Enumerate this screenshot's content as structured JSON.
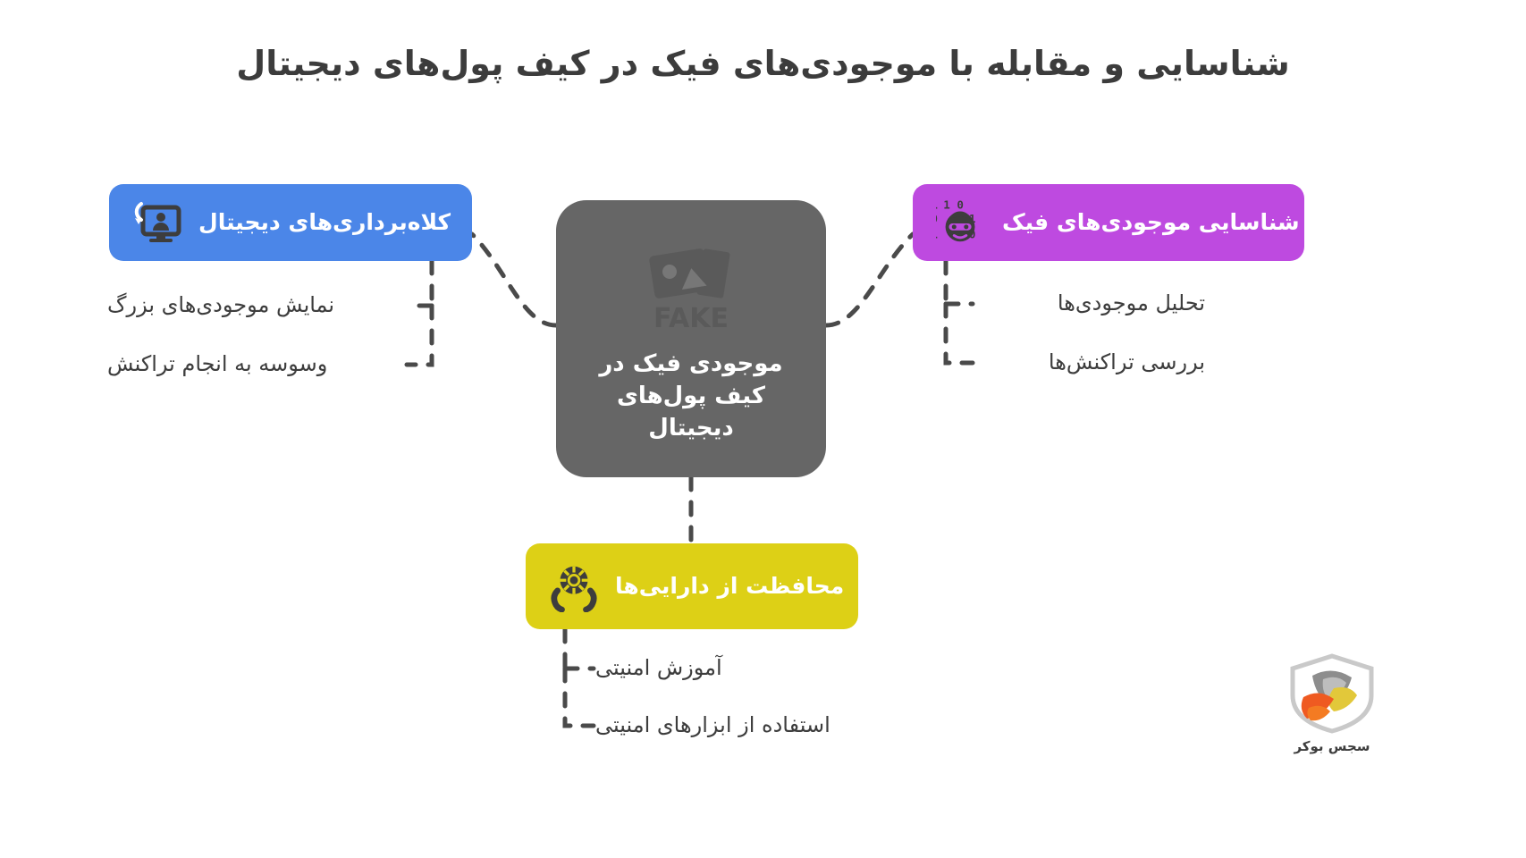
{
  "title": "شناسایی و مقابله با موجودی‌های فیک در کیف پول‌های دیجیتال",
  "hub": {
    "label": "موجودی فیک در کیف پول‌های دیجیتال",
    "icon": "fake-photo-icon",
    "icon_caption": "FAKE",
    "color": "#666666"
  },
  "branches": [
    {
      "id": "scams",
      "label": "کلاه‌برداری‌های دیجیتال",
      "color": "#4b86e8",
      "icon": "monitor-user-icon",
      "items": [
        "نمایش موجودی‌های بزرگ",
        "وسوسه به انجام تراکنش"
      ]
    },
    {
      "id": "detect",
      "label": "شناسایی موجودی‌های فیک",
      "color": "#be4ae0",
      "icon": "masked-hacker-binary-icon",
      "items": [
        "تحلیل موجودی‌ها",
        "بررسی تراکنش‌ها"
      ]
    },
    {
      "id": "protect",
      "label": "محافظت از دارایی‌ها",
      "color": "#ddd016",
      "icon": "hands-holding-shield-icon",
      "items": [
        "آموزش امنیتی",
        "استفاده از ابزارهای امنیتی"
      ]
    }
  ],
  "brand": {
    "name": "سجس بوکر",
    "mark": "shield-logo-icon"
  },
  "colors": {
    "background": "#ffffff",
    "text": "#3d3d3d",
    "connector": "#4a4a4a"
  }
}
